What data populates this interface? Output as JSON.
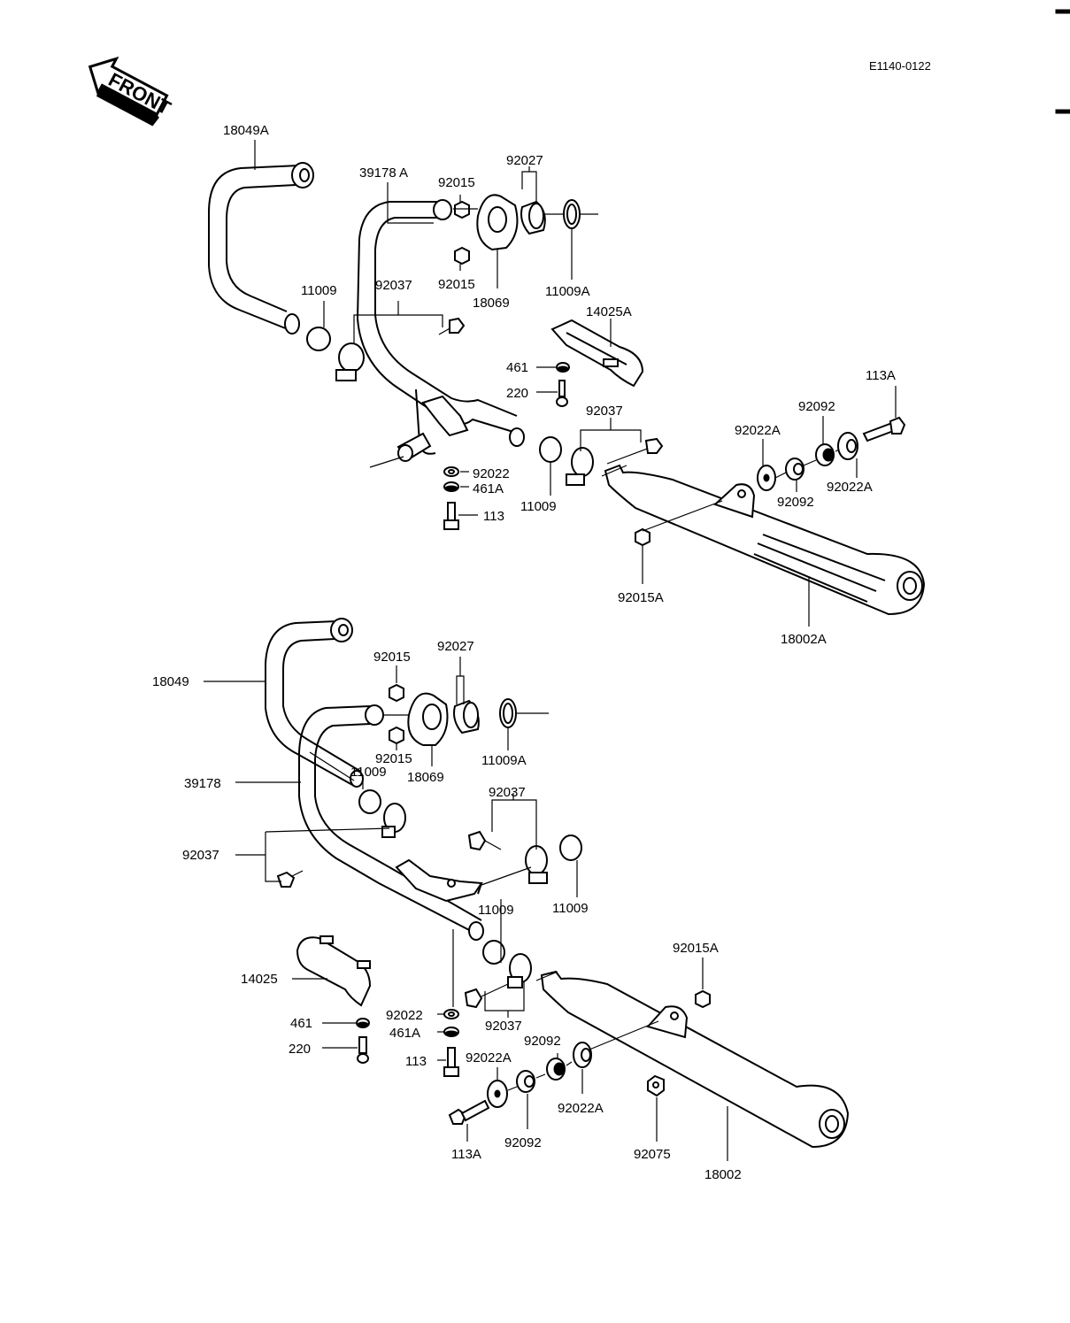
{
  "diagram_code": "E1140-0122",
  "front_label": "FRONT",
  "labels": {
    "l_18049A": "18049A",
    "l_39178A": "39178 A",
    "l_92015_t1": "92015",
    "l_92015_t2": "92015",
    "l_92027_t": "92027",
    "l_11009_t": "11009",
    "l_92037_t": "92037",
    "l_18069_t": "18069",
    "l_11009A_t": "11009A",
    "l_14025A": "14025A",
    "l_461_t": "461",
    "l_220_t": "220",
    "l_92037_t2": "92037",
    "l_113A_t": "113A",
    "l_92092_t1": "92092",
    "l_92022A_t1": "92022A",
    "l_92022_t": "92022",
    "l_461A_t": "461A",
    "l_113_t": "113",
    "l_11009_t2": "11009",
    "l_92092_t2": "92092",
    "l_92022A_t2": "92022A",
    "l_92015A_t": "92015A",
    "l_18002A": "18002A",
    "l_18049": "18049",
    "l_92015_b1": "92015",
    "l_92027_b": "92027",
    "l_92015_b2": "92015",
    "l_18069_b": "18069",
    "l_11009A_b": "11009A",
    "l_11009_b1": "11009",
    "l_39178": "39178",
    "l_92037_b1": "92037",
    "l_92037_b2": "92037",
    "l_11009_b2": "11009",
    "l_11009_b3": "11009",
    "l_92015A_b": "92015A",
    "l_14025": "14025",
    "l_92022_b": "92022",
    "l_92037_b3": "92037",
    "l_461_b": "461",
    "l_461A_b": "461A",
    "l_92092_b1": "92092",
    "l_220_b": "220",
    "l_113_b": "113",
    "l_92022A_b1": "92022A",
    "l_92022A_b2": "92022A",
    "l_113A_b": "113A",
    "l_92092_b2": "92092",
    "l_92075": "92075",
    "l_18002": "18002"
  }
}
